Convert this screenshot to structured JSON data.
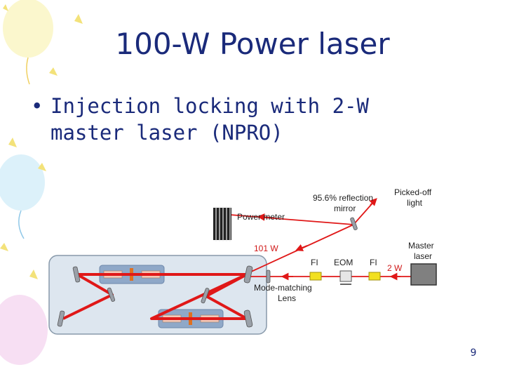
{
  "slide": {
    "title": "100-W Power laser",
    "bullet": "Injection locking with 2-W master laser (NPRO)",
    "page_number": "9"
  },
  "diagram": {
    "labels": {
      "reflection_mirror_line1": "95.6% reflection",
      "reflection_mirror_line2": "mirror",
      "picked_off_line1": "Picked-off",
      "picked_off_line2": "light",
      "power_meter": "Power meter",
      "power_101w": "101 W",
      "master_laser_line1": "Master",
      "master_laser_line2": "laser",
      "fi_left": "FI",
      "eom": "EOM",
      "fi_right": "FI",
      "power_2w": "2 W",
      "mode_matching_line1": "Mode-matching",
      "mode_matching_line2": "Lens"
    },
    "colors": {
      "beam": "#e01818",
      "enclosure_fill": "#dde6ef",
      "module_fill": "#8fa8c8",
      "fi_fill": "#f2e020",
      "master_fill": "#808080"
    }
  }
}
